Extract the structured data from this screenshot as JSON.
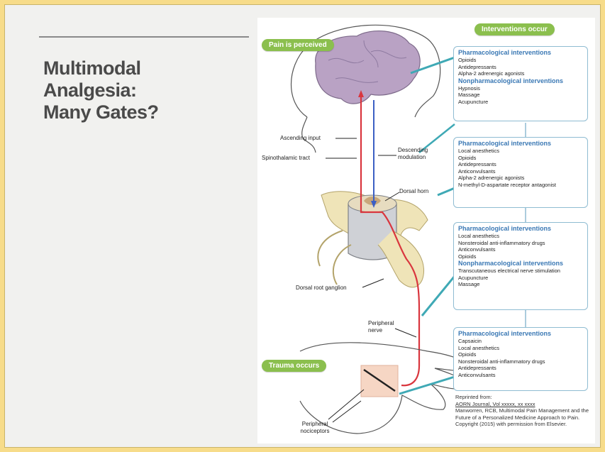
{
  "slide": {
    "title_lines": [
      "Multimodal",
      "Analgesia:",
      "Many Gates?"
    ]
  },
  "figure": {
    "badge_pain": "Pain is perceived",
    "badge_interventions": "Interventions occur",
    "badge_trauma": "Trauma occurs",
    "labels": {
      "ascending": "Ascending input",
      "spinothalamic": "Spinothalamic tract",
      "descending": "Descending modulation",
      "dorsal_horn": "Dorsal horn",
      "drg": "Dorsal root ganglion",
      "peripheral_nerve": "Peripheral nerve",
      "nociceptors": "Peripheral nociceptors"
    },
    "boxes": [
      {
        "sections": [
          {
            "heading": "Pharmacological interventions",
            "items": [
              "Opioids",
              "Antidepressants",
              "Alpha-2 adrenergic agonists"
            ]
          },
          {
            "heading": "Nonpharmacological interventions",
            "items": [
              "Hypnosis",
              "Massage",
              "Acupuncture"
            ]
          }
        ]
      },
      {
        "sections": [
          {
            "heading": "Pharmacological interventions",
            "items": [
              "Local anesthetics",
              "Opioids",
              "Antidepressants",
              "Anticonvulsants",
              "Alpha-2 adrenergic agonists",
              "N-methyl-D-aspartate receptor antagonist"
            ]
          }
        ]
      },
      {
        "sections": [
          {
            "heading": "Pharmacological interventions",
            "items": [
              "Local anesthetics",
              "Nonsteroidal anti-inflammatory drugs",
              "Anticonvulsants",
              "Opioids"
            ]
          },
          {
            "heading": "Nonpharmacological interventions",
            "items": [
              "Transcutaneous electrical nerve stimulation",
              "Acupuncture",
              "Massage"
            ]
          }
        ]
      },
      {
        "sections": [
          {
            "heading": "Pharmacological interventions",
            "items": [
              "Capsaicin",
              "Local anesthetics",
              "Opioids",
              "Nonsteroidal anti-inflammatory drugs",
              "Antidepressants",
              "Anticonvulsants"
            ]
          }
        ]
      }
    ],
    "reference": {
      "lead": "Reprinted from:",
      "source": "AORN Journal, Vol xxxxx, xx xxxx",
      "body": "Manworren, RCB, Multimodal Pain Management and the Future of a Personalized Medicine Approach to Pain. Copyright (2015) with permission from Elsevier."
    },
    "colors": {
      "badge_green": "#8bbf4e",
      "box_border": "#8fbcd2",
      "heading_blue": "#3a78b4",
      "ascending_red": "#d9363e",
      "descending_blue": "#3c5fc4",
      "connector_teal": "#3fa9b5"
    }
  }
}
